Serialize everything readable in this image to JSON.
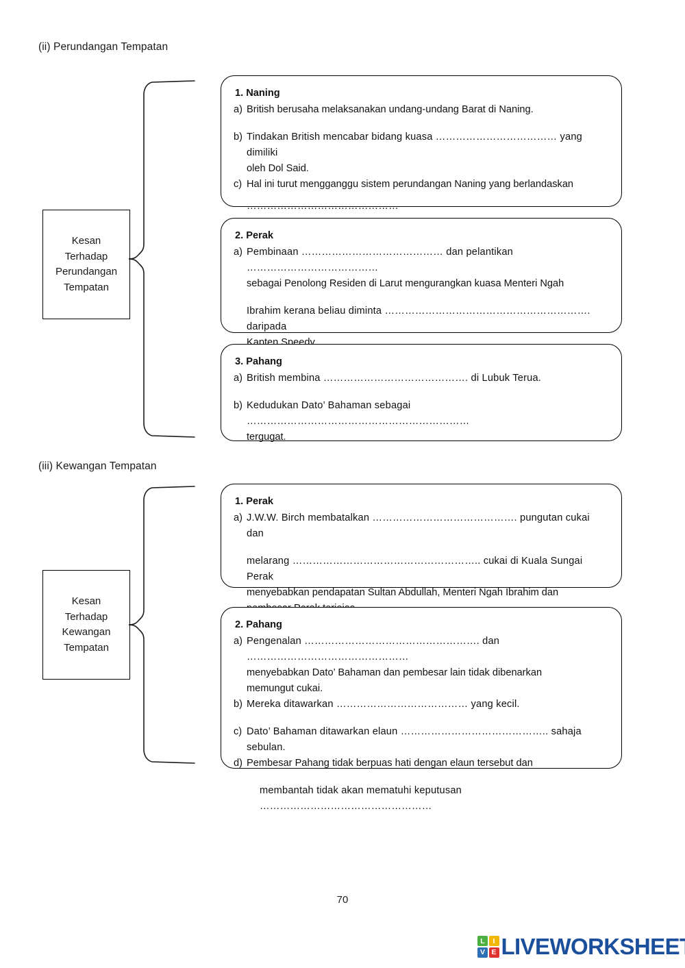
{
  "page": {
    "number": "70",
    "ink_color": "#000000",
    "background": "#ffffff"
  },
  "sections": [
    {
      "heading": "(ii) Perundangan Tempatan",
      "label_box": {
        "lines": [
          "Kesan",
          "Terhadap",
          "Perundangan",
          "Tempatan"
        ]
      }
    },
    {
      "heading": "(iii) Kewangan Tempatan",
      "label_box": {
        "lines": [
          "Kesan",
          "Terhadap",
          "Kewangan",
          "Tempatan"
        ]
      }
    }
  ],
  "boxes": {
    "naning": {
      "title": "1. Naning",
      "a_marker": "a)",
      "a_text": "British berusaha melaksanakan undang-undang Barat di Naning.",
      "b_marker": "b)",
      "b_text": "Tindakan British mencabar bidang kuasa ……………………………… yang dimiliki",
      "b_cont": "oleh Dol Said.",
      "c_marker": "c)",
      "c_text": "Hal ini turut mengganggu sistem perundangan Naning yang berlandaskan",
      "c_blank": "………………………………………"
    },
    "perak": {
      "title": "2. Perak",
      "a_marker": "a)",
      "a_text": "Pembinaan …………………………………… dan pelantikan …………………………………",
      "a_cont": "sebagai Penolong Residen di Larut  mengurangkan kuasa Menteri Ngah",
      "a_cont2": "Ibrahim kerana beliau diminta ……………………………………………………. daripada",
      "a_cont3": "Kapten Speedy."
    },
    "pahang": {
      "title": "3. Pahang",
      "a_marker": "a)",
      "a_text": "British membina ……………………………………. di Lubuk Terua.",
      "b_marker": "b)",
      "b_text": "Kedudukan Dato’ Bahaman sebagai …………………………………………………………",
      "b_cont": "tergugat."
    },
    "kewangan_perak": {
      "title": "1. Perak",
      "a_marker": "a)",
      "a_text": "J.W.W. Birch membatalkan ……………………………………. pungutan cukai dan",
      "a_cont": "melarang ……………………………………………….. cukai di Kuala Sungai Perak",
      "a_cont2": "menyebabkan pendapatan Sultan Abdullah, Menteri Ngah Ibrahim dan",
      "a_cont3": "pembesar Perak terjejas."
    },
    "kewangan_pahang": {
      "title": "2. Pahang",
      "a_marker": "a)",
      "a_text": "Pengenalan ……………………………………………. dan …………………………………………",
      "a_cont": "menyebabkan Dato’ Bahaman dan pembesar lain tidak dibenarkan",
      "a_cont2": "memungut cukai.",
      "b_marker": "b)",
      "b_text": "Mereka ditawarkan ………………………………… yang kecil.",
      "c_marker": "c)",
      "c_text": "Dato’ Bahaman ditawarkan elaun …………………………………….. sahaja sebulan.",
      "d_marker": "d)",
      "d_text": "Pembesar Pahang tidak berpuas hati dengan elaun tersebut dan",
      "d_cont": "membantah tidak akan mematuhi keputusan ……………………………………………"
    }
  },
  "brand": {
    "wordmark": "LIVEWORKSHEETS",
    "tiles": [
      {
        "letter": "L",
        "color": "#4caf3f"
      },
      {
        "letter": "I",
        "color": "#f2b705"
      },
      {
        "letter": "V",
        "color": "#2f6fb5"
      },
      {
        "letter": "E",
        "color": "#e03030"
      }
    ]
  }
}
